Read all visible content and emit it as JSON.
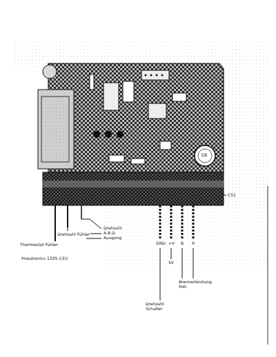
{
  "diagram": {
    "labels": [
      "Thermostat Fühler",
      "Pneutronics 1335 ((3))",
      "Drehzahl Fühler",
      "Drehzahl",
      "A.B.D.",
      "Ausgang",
      "GND",
      "+V",
      "B",
      "R",
      "5V",
      "Brennerleistung Poti",
      "Drehzahl Schalter",
      "CS1",
      "C6"
    ]
  }
}
